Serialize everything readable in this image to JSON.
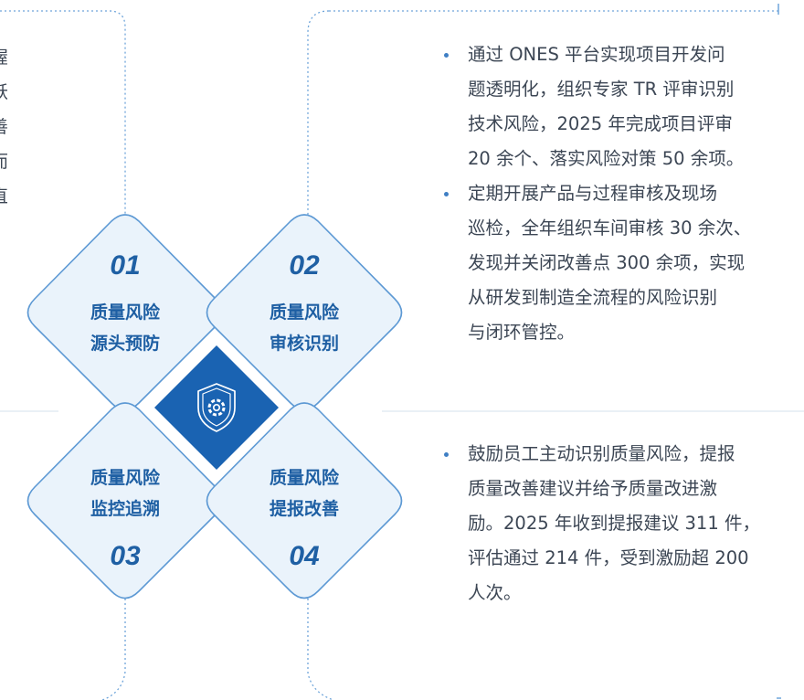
{
  "center_icon": "shield-gear-icon",
  "colors": {
    "accent": "#1a63b2",
    "tile_fill": "#eaf3fb",
    "tile_border": "#5d99d4",
    "label": "#1e5fa3",
    "body_text": "#3c4654",
    "dotted_line": "#6fa5da"
  },
  "quadrants": [
    {
      "number": "01",
      "line1": "质量风险",
      "line2": "源头预防"
    },
    {
      "number": "02",
      "line1": "质量风险",
      "line2": "审核识别"
    },
    {
      "number": "03",
      "line1": "质量风险",
      "line2": "监控追溯"
    },
    {
      "number": "04",
      "line1": "质量风险",
      "line2": "提报改善"
    }
  ],
  "top_bullets": [
    {
      "lines": [
        "通过 ONES 平台实现项目开发问",
        "题透明化，组织专家 TR 评审识别",
        "技术风险，2025 年完成项目评审",
        "20 余个、落实风险对策 50 余项。"
      ]
    },
    {
      "lines": [
        "定期开展产品与过程审核及现场",
        "巡检，全年组织车间审核 30 余次、",
        "发现并关闭改善点 300 余项，实现",
        "从研发到制造全流程的风险识别",
        "与闭环管控。"
      ]
    }
  ],
  "bottom_bullets": [
    {
      "lines": [
        "鼓励员工主动识别质量风险，提报",
        "质量改善建议并给予质量改进激",
        "励。2025 年收到提报建议 311 件，",
        "评估通过 214 件，受到激励超 200",
        "人次。"
      ]
    }
  ],
  "left_fragments": [
    "渥",
    "跃",
    "善",
    "而",
    "直"
  ]
}
